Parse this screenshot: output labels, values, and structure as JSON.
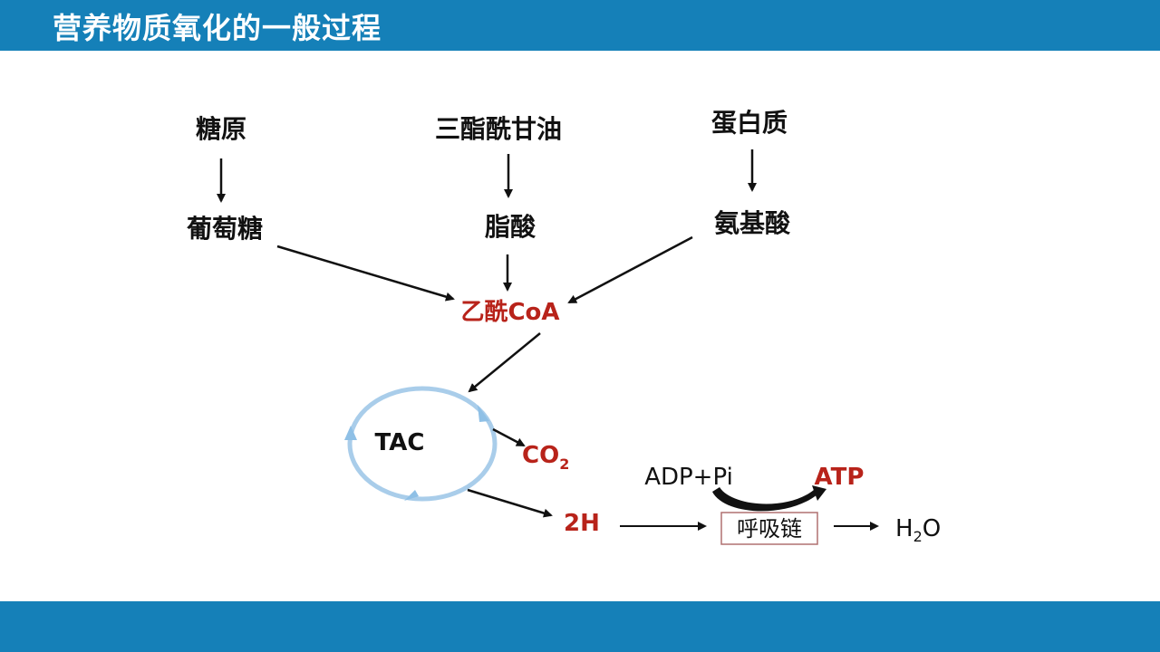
{
  "header": {
    "title": "营养物质氧化的一般过程"
  },
  "diagram": {
    "nodes": {
      "glycogen": "糖原",
      "triglyceride": "三酯酰甘油",
      "protein": "蛋白质",
      "glucose": "葡萄糖",
      "fatty_acid": "脂酸",
      "amino_acid": "氨基酸",
      "acetyl_coa": "乙酰CoA",
      "tac": "TAC",
      "co2_main": "CO",
      "co2_sub": "2",
      "two_h": "2H",
      "adp_pi": "ADP+Pi",
      "atp": "ATP",
      "respiratory_chain": "呼吸链",
      "h2o_h": "H",
      "h2o_sub": "2",
      "h2o_o": "O"
    },
    "colors": {
      "header_bar": "#1580b8",
      "text": "#111111",
      "highlight_red": "#b8231a",
      "cycle_blue": "#a9cdea",
      "box_border": "#b07070"
    }
  }
}
